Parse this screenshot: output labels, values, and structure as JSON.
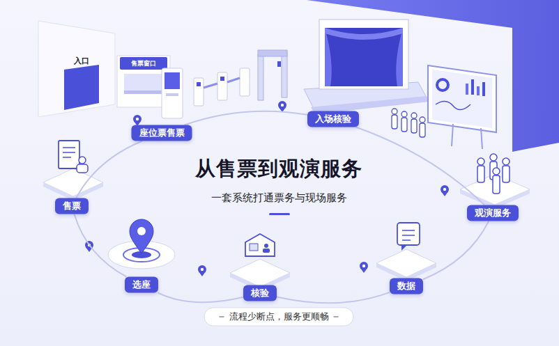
{
  "diagram": {
    "title": "从售票到观演服务",
    "caption": "流程少断点，服务更顺畅",
    "nodes": [
      {
        "text": [
          "座位票售票"
        ]
      },
      {
        "text": [
          "入场核验"
        ]
      },
      {
        "text": [
          "售票"
        ]
      },
      {
        "text": [
          "观演服务"
        ]
      },
      {
        "text": [
          "选座"
        ]
      },
      {
        "text": [
          "核验"
        ]
      },
      {
        "text": [
          "数据"
        ]
      }
    ],
    "edges": [
      {
        "from": 2,
        "to": 0,
        "arrow": "none"
      },
      {
        "from": 0,
        "to": 1,
        "arrow": "none"
      },
      {
        "from": 1,
        "to": 3,
        "arrow": "none"
      },
      {
        "from": 3,
        "to": 6,
        "arrow": "none"
      },
      {
        "from": 6,
        "to": 5,
        "arrow": "none"
      },
      {
        "from": 5,
        "to": 4,
        "arrow": "none"
      },
      {
        "from": 4,
        "to": 2,
        "arrow": "none"
      }
    ],
    "labels": [
      "一套系统打通票务与现场服务",
      "入口",
      "售票窗口"
    ]
  }
}
